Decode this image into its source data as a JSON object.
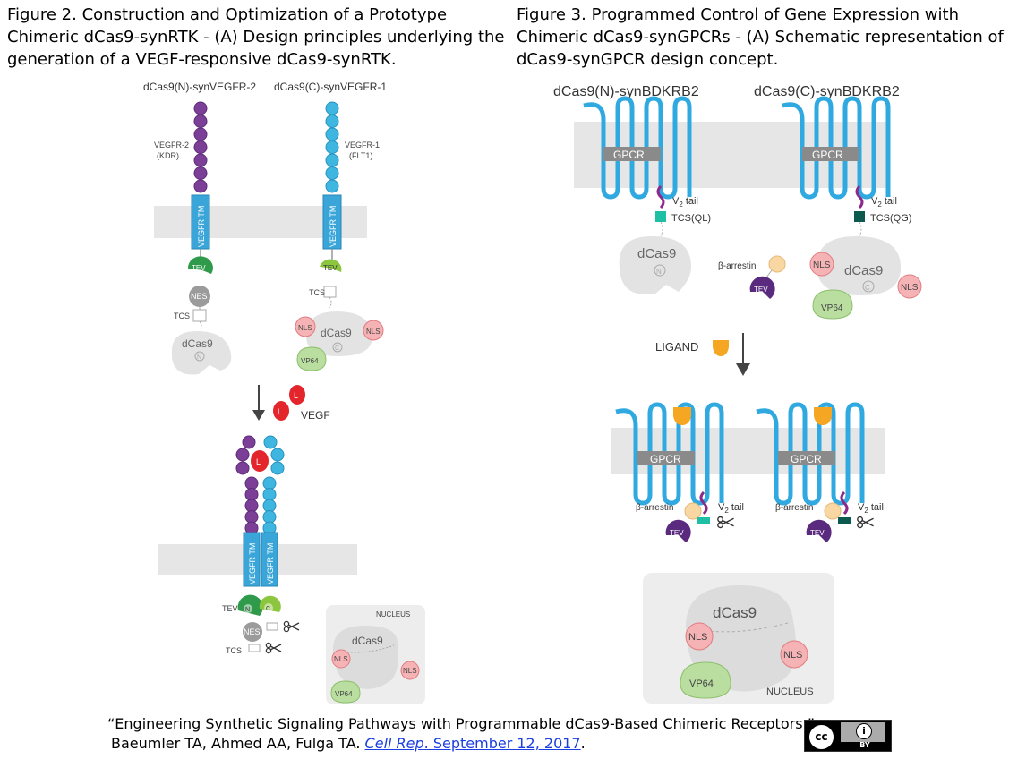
{
  "figure2": {
    "caption_lines": [
      "Figure 2.  Construction and Optimization of a Prototype",
      "Chimeric dCas9-synRTK - (A) Design principles underlying the",
      "generation of a VEGF-responsive dCas9-synRTK."
    ],
    "labels": {
      "n_construct": "dCas9(N)-synVEGFR-2",
      "c_construct": "dCas9(C)-synVEGFR-1",
      "vegfr2": "VEGFR-2",
      "kdr": "(KDR)",
      "vegfr1": "VEGFR-1",
      "flt1": "(FLT1)",
      "vegfr_tm": "VEGFR TM",
      "tev": "TEV",
      "n": "N",
      "c": "C",
      "nes": "NES",
      "tcs": "TCS",
      "dcas9": "dCas9",
      "nls": "NLS",
      "vp64": "VP64",
      "ligand": "L",
      "vegf": "VEGF",
      "nucleus": "NUCLEUS"
    }
  },
  "figure3": {
    "caption_lines": [
      "Figure 3.  Programmed Control of Gene Expression with",
      "Chimeric dCas9-synGPCRs - (A) Schematic representation of",
      "dCas9-synGPCR design concept."
    ],
    "labels": {
      "n_construct": "dCas9(N)-synBDKRB2",
      "c_construct": "dCas9(C)-synBDKRB2",
      "gpcr": "GPCR",
      "v2_tail": "V",
      "v2_sub": "2",
      "tail": " tail",
      "tcs_ql": "TCS(QL)",
      "tcs_qg": "TCS(QG)",
      "dcas9": "dCas9",
      "n": "N",
      "c": "C",
      "barrestin": "β-arrestin",
      "tev": "TEV",
      "nls": "NLS",
      "vp64": "VP64",
      "ligand": "LIGAND",
      "nucleus": "NUCLEUS"
    }
  },
  "credit": {
    "title": "“Engineering Synthetic Signaling Pathways with Programmable dCas9-Based Chimeric Receptors.”",
    "authors": "Baeumler TA, Ahmed AA, Fulga TA. ",
    "journal": "Cell Rep",
    "date": ". September 12, 2017",
    "period": "."
  },
  "license": {
    "cc": "cc",
    "by": "BY",
    "by_icon": "i"
  },
  "colors": {
    "purple_bead": "#7b3f98",
    "cyan_bead": "#3fb6e0",
    "tm_blue": "#3aa5d8",
    "membrane": "#e6e6e6",
    "tev_dark_green": "#2e9a4a",
    "tev_light_green": "#8cc63f",
    "ligand_red": "#e3262b",
    "nls_pink": "#f6b3b5",
    "vp64_green": "#b9dea0",
    "dcas9_gray": "#e3e3e3",
    "tail_purple": "#8b2a8b",
    "tcs_teal": "#1fbfa6",
    "tcs_dark": "#0c5a4f",
    "arrestin_cream": "#f9d7a3",
    "gpcr_ligand": "#f5a623"
  }
}
